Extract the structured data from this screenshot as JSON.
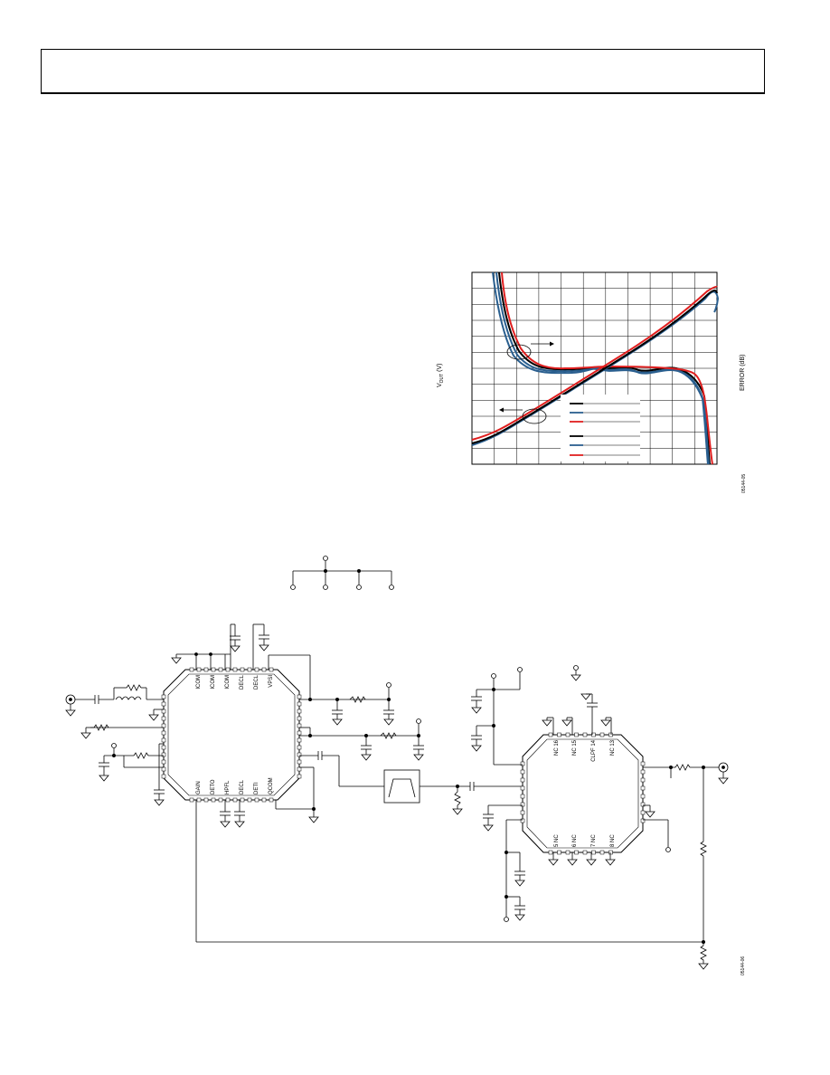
{
  "chart": {
    "y_left_label": "V",
    "y_left_sub": "OUT",
    "y_left_unit": "(V)",
    "y_right_label": "ERROR (dB)",
    "figure_code": "05144-05"
  },
  "chart_data": {
    "type": "line",
    "title": "",
    "xlabel": "",
    "ylabel": "V OUT (V)",
    "y2label": "ERROR (dB)",
    "grid": true,
    "x_divisions": 11,
    "y_divisions": 12,
    "series": [
      {
        "color": "#000000",
        "values": []
      },
      {
        "color": "#2a5f8f",
        "values": []
      },
      {
        "color": "#e01f1f",
        "values": []
      },
      {
        "color": "#000000",
        "values": []
      },
      {
        "color": "#2a5f8f",
        "values": []
      },
      {
        "color": "#e01f1f",
        "values": []
      }
    ]
  },
  "colors": {
    "dark": "#000000",
    "blue": "#2a5f8f",
    "red": "#e01f1f"
  },
  "schematic": {
    "left_chip": {
      "top_pins": [
        "ICOM",
        "ICOM",
        "ICOM",
        "DECL",
        "DECL",
        "VPSI"
      ],
      "bottom_pins": [
        "GAIN",
        "DETO",
        "HPFL",
        "DECL",
        "DETI",
        "QCOM"
      ]
    },
    "right_chip": {
      "top_pins": [
        "NC 16",
        "NC 15",
        "CLPF 14",
        "NC 13"
      ],
      "bottom_pins": [
        "5 NC",
        "6 NC",
        "7 NC",
        "8 NC"
      ]
    },
    "figure_code": "05144-06"
  }
}
